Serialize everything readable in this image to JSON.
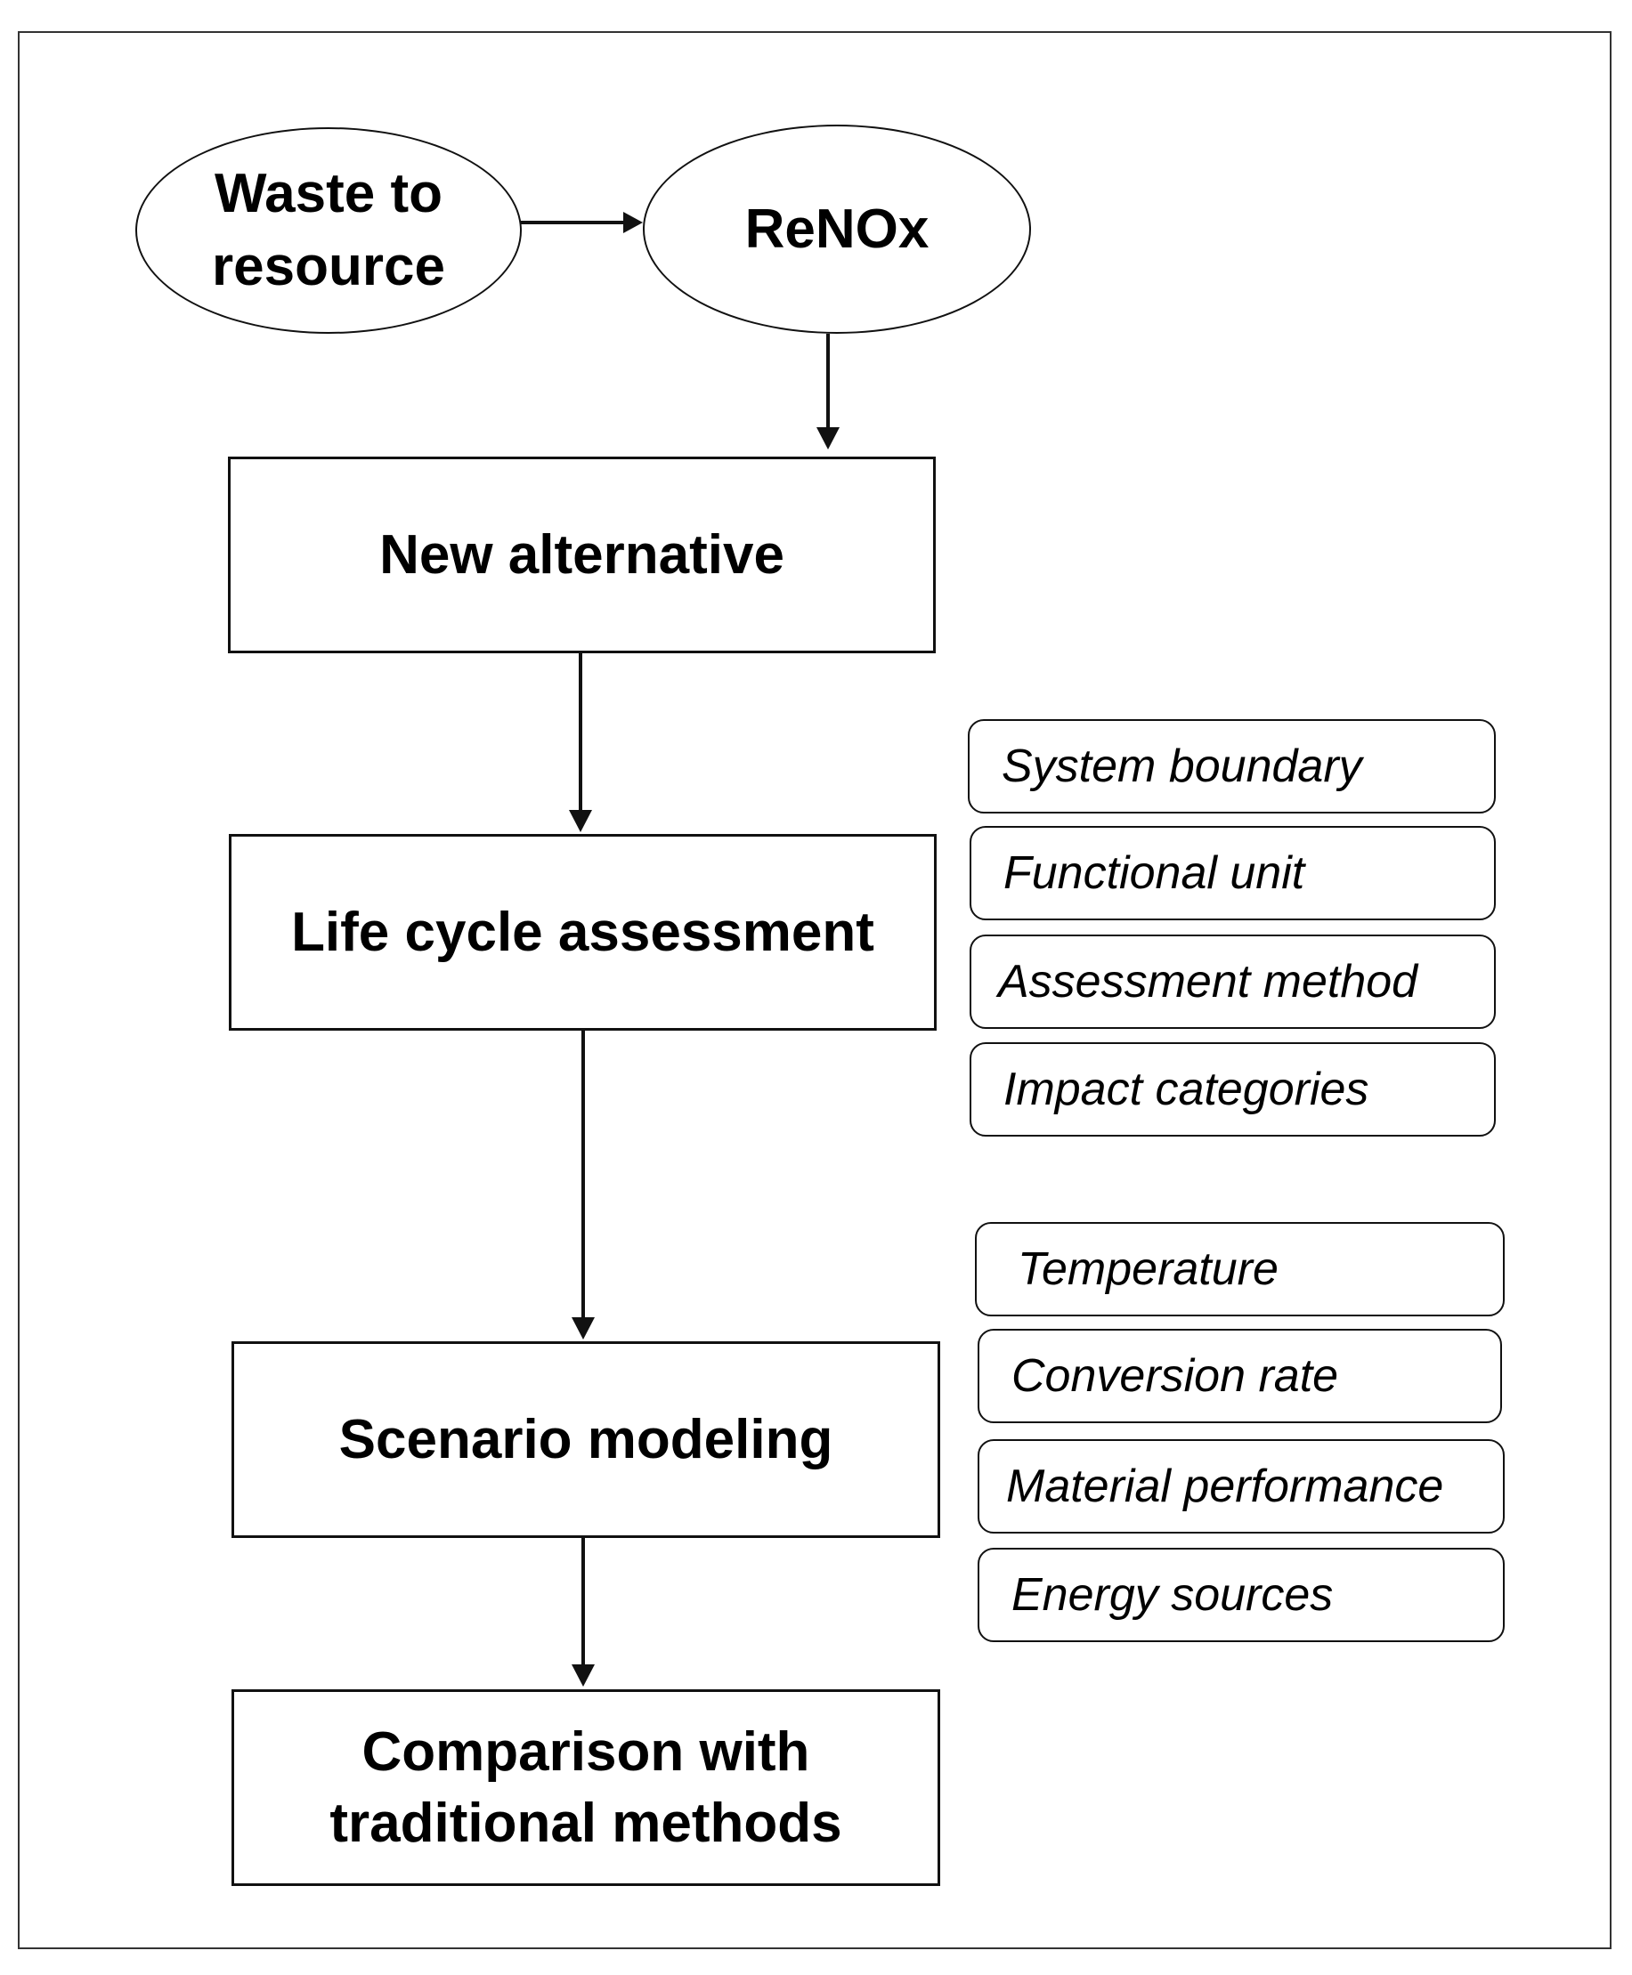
{
  "nodes": {
    "waste_to_resource": "Waste to\nresource",
    "renox": "ReNOx",
    "new_alternative": "New alternative",
    "lca": "Life cycle assessment",
    "scenario_modeling": "Scenario modeling",
    "comparison": "Comparison with\ntraditional methods"
  },
  "lca_parameters": [
    "System boundary",
    "Functional unit",
    "Assessment method",
    "Impact categories"
  ],
  "scenario_parameters": [
    "Temperature",
    "Conversion rate",
    "Material performance",
    "Energy sources"
  ]
}
